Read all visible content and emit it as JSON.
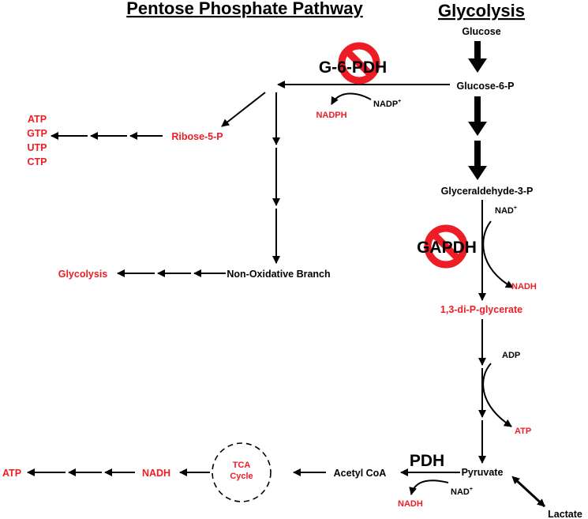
{
  "colors": {
    "ink": "#000000",
    "highlight": "#ee1c25",
    "no_sign": "#ee1c25"
  },
  "headings": {
    "ppp": "Pentose Phosphate Pathway",
    "glycolysis": "Glycolysis"
  },
  "enzymes": {
    "g6pdh": "G-6-PDH",
    "gapdh": "GAPDH",
    "pdh": "PDH"
  },
  "icons": {
    "inhibition": "no-entry-sign-icon"
  },
  "nodes": {
    "glucose": "Glucose",
    "glucose_6_p": "Glucose-6-P",
    "g3p": "Glyceraldehyde-3-P",
    "bpg": "1,3-di-P-glycerate",
    "pyruvate": "Pyruvate",
    "lactate": "Lactate",
    "acetyl_coa": "Acetyl CoA",
    "tca_line1": "TCA",
    "tca_line2": "Cycle",
    "nadh_tca": "NADH",
    "atp_tca": "ATP",
    "ribose_5_p": "Ribose-5-P",
    "nonox_branch": "Non-Oxidative Branch",
    "glycolysis_out": "Glycolysis"
  },
  "ntp_list": [
    "ATP",
    "GTP",
    "UTP",
    "CTP"
  ],
  "cofactors": {
    "nadp_plus": "NADP",
    "nadp_sup": "+",
    "nadph": "NADPH",
    "nad_plus_gapdh": "NAD",
    "nad_sup_gapdh": "+",
    "nadh_gapdh": "NADH",
    "adp": "ADP",
    "atp_glyc": "ATP",
    "nad_plus_pdh": "NAD",
    "nad_sup_pdh": "+",
    "nadh_pdh": "NADH"
  }
}
